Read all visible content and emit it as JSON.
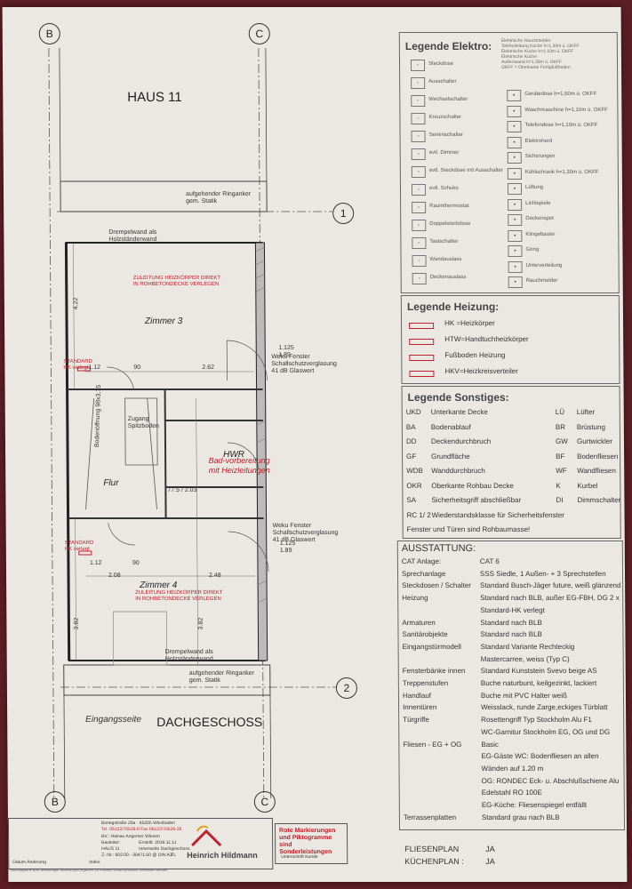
{
  "plan": {
    "house": "HAUS 11",
    "floor": "DACHGESCHOSS",
    "entrance": "Eingangsseite",
    "axes": {
      "left": "B",
      "right": "C",
      "row1": "1",
      "row2": "2"
    },
    "rooms": {
      "zimmer3": "Zimmer 3",
      "zimmer4": "Zimmer 4",
      "flur": "Flur",
      "hwr": "HWR",
      "zugang": "Zugang Spitzboden",
      "bodenoeffnung": "Bodenöffnung 98x3,75"
    },
    "notes": {
      "ringanker_top": "aufgehender Ringanker gem. Statik",
      "ringanker_bottom": "aufgehender Ringanker gem. Statik",
      "drempel_top": "Drempelwand als Holzständerwand",
      "drempel_bottom": "Drempelwand als Holzständerwand",
      "zuleitung_top": "ZULEITUNG HEIZKÖRPER DIREKT IN ROHBETONDECKE VERLEGEN",
      "zuleitung_bottom": "ZULEITUNG HEIZKÖRPER DIREKT IN ROHBETONDECKE VERLEGEN",
      "fenster_top": "Weku Fenster Schallschutzverglasung 41 dB Glaswert",
      "fenster_bottom": "Weku Fenster Schallschutzverglasung 41 dB Glaswert",
      "bad": "Bad-vorbereitung mit Heizleitungen",
      "standard_top": "STANDARD HK verlegt",
      "standard_bottom": "STANDARD HK verlegt"
    },
    "dims": {
      "d422": "4.22",
      "d90": "90",
      "d262": "2.62",
      "d112": "1.12",
      "d208": "2.08",
      "d248": "2.48",
      "d382": "3.82",
      "d382b": "3.82",
      "d1125": "1.125",
      "d189": "1.89",
      "d1125b": "1.125",
      "d189b": "1.89",
      "d775": "77.5 / 2.03",
      "d90b": "90"
    }
  },
  "legend_elektro": {
    "title": "Legende Elektro:",
    "left": [
      "Steckdose",
      "Ausschalter",
      "Wechselschalter",
      "Kreuzschalter",
      "Serienschalter",
      "evtl. Dimmer",
      "evtl. Steckdose mit Ausschalter",
      "evtl. Schuko",
      "Raumthermostat",
      "Doppelsteckdose",
      "Tastschalter",
      "Wandauslass",
      "Deckenauslass"
    ],
    "right": [
      "Gerätedose h=1,60m ü. OKFF",
      "Waschmaschine h=1,10m ü. OKFF",
      "Telefondose h=1,10m ü. OKFF",
      "Elektroherd",
      "Sicherungen",
      "Kühlschrank h=1,30m ü. OKFF",
      "Lüftung",
      "Lichtspiele",
      "Deckenspot",
      "Klingeltaster",
      "Gong",
      "Unterverteilung",
      "Rauchmelder"
    ],
    "top_notes": [
      "Elektrische Rauchmelder",
      "Telefonleitung Küche h=1,30m ü. OKFF",
      "Elektrische Küche h=1,10m ü. OKFF",
      "Elektrische Küche",
      "Außenwand h=1,30m ü. OKFF",
      "OKFF = Oberkante Fertigfußboden"
    ]
  },
  "legend_heizung": {
    "title": "Legende Heizung:",
    "items": [
      "HK =Heizkörper",
      "HTW=Handtuchheizkörper",
      "Fußboden Heizung",
      "HKV=Heizkreisverteiler"
    ]
  },
  "legend_sonstiges": {
    "title": "Legende Sonstiges:",
    "rows": [
      [
        "UKD",
        "Unterkante Decke",
        "LÜ",
        "Lüfter"
      ],
      [
        "BA",
        "Bodenablauf",
        "BR",
        "Brüstung"
      ],
      [
        "DD",
        "Deckendurchbruch",
        "GW",
        "Gurtwickler"
      ],
      [
        "GF",
        "Grundfläche",
        "BF",
        "Bodenfliesen"
      ],
      [
        "WDB",
        "Wanddurchbruch",
        "WF",
        "Wandfliesen"
      ],
      [
        "OKR",
        "Oberkante Rohbau Decke",
        "K",
        "Kurbel"
      ],
      [
        "SA",
        "Sicherheitsgriff abschließbar",
        "DI",
        "Dimmschalter"
      ],
      [
        "RC 1/ 2",
        "Wiederstandsklasse für Sicherheitsfenster",
        "",
        ""
      ]
    ],
    "footer": "Fenster und Türen sind Rohbaumasse!"
  },
  "ausstattung": {
    "title": "AUSSTATTUNG:",
    "rows": [
      [
        "CAT Anlage:",
        "CAT 6"
      ],
      [
        "Sprechanlage",
        "SSS Siedle, 1 Außen- + 3 Sprechstellen"
      ],
      [
        "Steckdosen / Schalter",
        "Standard Busch-Jäger future, weiß glänzend"
      ],
      [
        "Heizung",
        "Standard nach BLB, außer EG-FBH, DG 2 x"
      ],
      [
        "",
        "Standard-HK verlegt"
      ],
      [
        "Armaturen",
        "Standard nach BLB"
      ],
      [
        "Sanitärobjekte",
        "Standard nach BLB"
      ],
      [
        "Eingangstürmodell",
        "Standard Variante Rechteckig"
      ],
      [
        "",
        "Mastercarree, weiss (Typ C)"
      ],
      [
        "Fensterbänke innen",
        "Standard Kunststein Svevo beige AS"
      ],
      [
        "Treppenstufen",
        "Buche naturbunt, keilgezinkt, lackiert"
      ],
      [
        "Handlauf",
        "Buche mit PVC Halter weiß"
      ],
      [
        "Innentüren",
        "Weisslack, runde Zarge,eckiges Türblatt"
      ],
      [
        "Türgriffe",
        "Rosettengriff Typ Stockholm Alu F1"
      ],
      [
        "",
        "WC-Garnitur Stockholm EG, OG und DG"
      ],
      [
        "Fliesen - EG + OG",
        "Basic"
      ],
      [
        "",
        "EG-Gäste WC: Bodenfliesen an allen"
      ],
      [
        "",
        "Wänden auf 1.20 m"
      ],
      [
        "",
        "OG: RONDEC Eck- u. Abschlußschiene Alu"
      ],
      [
        "",
        "Edelstahl RO 100E"
      ],
      [
        "",
        "EG-Küche: Fliesenspiegel entfällt"
      ],
      [
        "Terrassenplatten",
        "Standard grau nach BLB"
      ]
    ],
    "fliesenplan_label": "FLIESENPLAN",
    "fliesenplan_value": "JA",
    "kuechenplan_label": "KÜCHENPLAN :",
    "kuechenplan_value": "JA"
  },
  "titleblock": {
    "address": "Bonegstraße 20a · 65205 Wiesbaden",
    "phone": "Tel. 06122/70526-0  Fax 06122/70526-26",
    "bv": "BV.: Hainau Angemer Wiesen",
    "bauleiter": "Bauleiter:",
    "erstellt": "Erstellt: 2016.11.11",
    "haus": "HAUS 11",
    "sheet": "Innenseite Dachgeschoss",
    "znr": "Z.-Nr.: 602.00 - 3047",
    "scale": "1:50 @ DIN A3",
    "tl": "TL",
    "company": "Heinrich Hildmann",
    "datum": "Datum",
    "aenderung": "Änderung",
    "index": "Index",
    "note_red": "Rote Markierungen und Piktogramme sind Sonderleistungen",
    "unterschrift": "Unterschrift Kunde",
    "legal": "Nachträgliche bzw. beauftragte Änderungen jeglicher Art müssen vorab schriftlich vereinbart werden."
  }
}
